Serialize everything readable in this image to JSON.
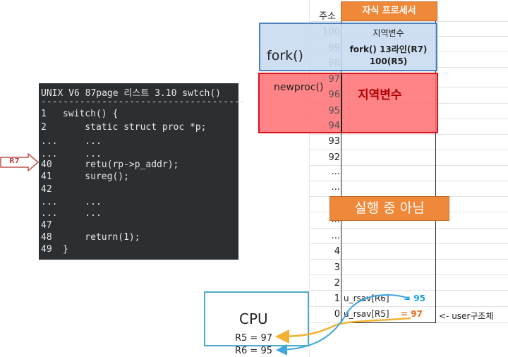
{
  "code": {
    "title": "UNIX V6 87page 리스트 3.10 swtch()",
    "separator": "-------------------------------------",
    "lines": [
      {
        "num": "1",
        "text": "switch() {"
      },
      {
        "num": "2",
        "text": "    static struct proc *p;"
      },
      {
        "num": "...",
        "text": "    ..."
      },
      {
        "num": "...",
        "text": "    ..."
      },
      {
        "num": "40",
        "text": "    retu(rp->p_addr);"
      },
      {
        "num": "41",
        "text": "    sureg();"
      },
      {
        "num": "42",
        "text": ""
      },
      {
        "num": "...",
        "text": "    ..."
      },
      {
        "num": "...",
        "text": "    ..."
      },
      {
        "num": "47",
        "text": ""
      },
      {
        "num": "48",
        "text": "    return(1);"
      },
      {
        "num": "49",
        "text": "}"
      }
    ],
    "r7_marker": "R7"
  },
  "stack": {
    "address_header": "주소",
    "child_header": "자식 프로세서",
    "addresses": [
      "100",
      "99",
      "98",
      "97",
      "96",
      "95",
      "94",
      "93",
      "92",
      "...",
      "...",
      "...",
      "...",
      "...",
      "...",
      "...",
      "4",
      "3",
      "2",
      "1",
      "0"
    ],
    "fork_label": "fork()",
    "fork_contents": [
      "지역변수",
      "fork() 13라인(R7)",
      "100(R5)"
    ],
    "newproc_label": "newproc()",
    "newproc_local": "지역변수",
    "not_running": "실행 중 아님",
    "u_rsav_r6": "u_rsav[R6]",
    "u_rsav_r6_val": "= 95",
    "u_rsav_r5": "u_rsav[R5]",
    "u_rsav_r5_val": "= 97",
    "user_struct_note": "<- user구조체"
  },
  "cpu": {
    "label": "CPU",
    "r5": "R5 = 97",
    "r6": "R6 = 95"
  },
  "colors": {
    "fork_fill": "#c5d9f1",
    "fork_border": "#4f81bd",
    "newproc_fill": "#ff7c80",
    "newproc_border": "#e0101a",
    "orange": "#f0883a",
    "blue_val": "#1aa0e0",
    "orange_val": "#e07020",
    "cpu_border": "#4bacc6"
  }
}
